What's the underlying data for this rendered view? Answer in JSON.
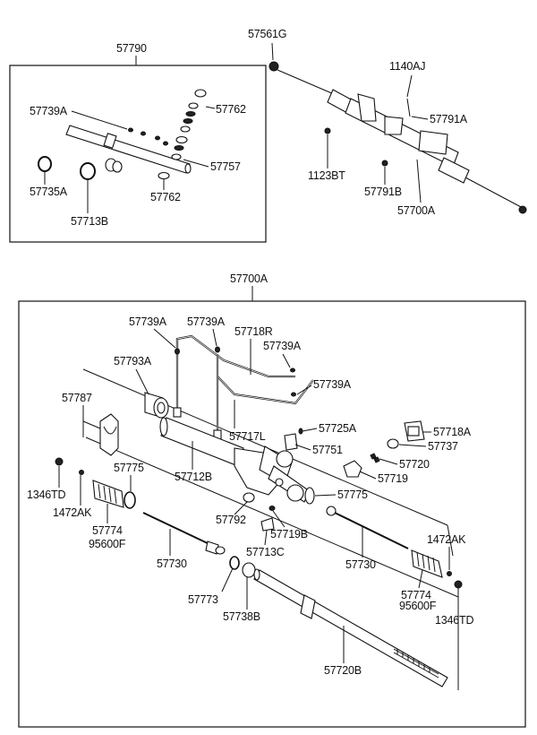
{
  "top_view": {
    "kit_box_label": "57790",
    "labels": {
      "l57561G": "57561G",
      "l1140AJ": "1140AJ",
      "l57791A": "57791A",
      "l1123BT": "1123BT",
      "l57791B": "57791B",
      "l57700A_small": "57700A",
      "l57739A": "57739A",
      "l57762_a": "57762",
      "l57757": "57757",
      "l57762_b": "57762",
      "l57735A": "57735A",
      "l57713B": "57713B"
    }
  },
  "exploded_view": {
    "assembly_label": "57700A",
    "labels": {
      "p57739A_1": "57739A",
      "p57739A_2": "57739A",
      "p57718R": "57718R",
      "p57739A_3": "57739A",
      "p57739A_4": "57739A",
      "p57793A": "57793A",
      "p57787": "57787",
      "p57717L": "57717L",
      "p57725A": "57725A",
      "p57718A": "57718A",
      "p57737": "57737",
      "p57751": "57751",
      "p57712B": "57712B",
      "p57720": "57720",
      "p57719": "57719",
      "p57775_l": "57775",
      "p57775_r": "57775",
      "p1346TD_l": "1346TD",
      "p1472AK_l": "1472AK",
      "p57774_l": "57774",
      "p95600F_l": "95600F",
      "p57792": "57792",
      "p57719B": "57719B",
      "p57713C": "57713C",
      "p57730_l": "57730",
      "p57730_r": "57730",
      "p1472AK_r": "1472AK",
      "p57774_r": "57774",
      "p95600F_r": "95600F",
      "p1346TD_r": "1346TD",
      "p57773": "57773",
      "p57738B": "57738B",
      "p57720B": "57720B"
    }
  }
}
